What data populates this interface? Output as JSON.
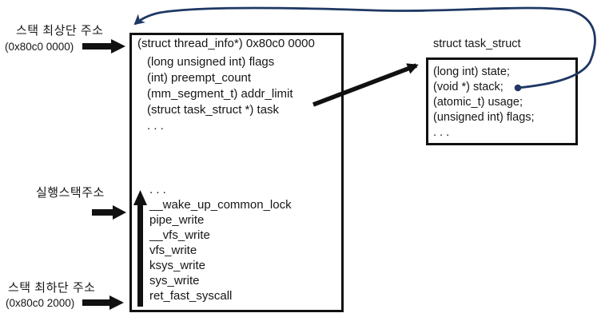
{
  "colors": {
    "navy": "#1f3864",
    "black": "#111111",
    "background": "#ffffff"
  },
  "labels": {
    "stack_top": {
      "title": "스택 최상단 주소",
      "address": "(0x80c0 0000)"
    },
    "exec_stack": {
      "title": "실행스택주소"
    },
    "stack_bottom": {
      "title": "스택 최하단 주소",
      "address": "(0x80c0 2000)"
    }
  },
  "thread_info_box": {
    "header": "(struct thread_info*) 0x80c0 0000",
    "fields": [
      "(long unsigned int) flags",
      "(int) preempt_count",
      "(mm_segment_t) addr_limit",
      "(struct task_struct *) task",
      ". . ."
    ]
  },
  "call_stack": {
    "frames": [
      ". . .",
      "__wake_up_common_lock",
      "pipe_write",
      "__vfs_write",
      "vfs_write",
      "ksys_write",
      "sys_write",
      "ret_fast_syscall"
    ]
  },
  "task_struct_box": {
    "title": "struct task_struct",
    "fields": [
      "(long int) state;",
      "(void *) stack;",
      "(atomic_t) usage;",
      "(unsigned int) flags;",
      ". . ."
    ]
  },
  "icons": {
    "stack_top_arrow": "right-block-arrow",
    "exec_stack_arrow": "right-block-arrow",
    "stack_bottom_arrow": "right-block-arrow",
    "stack_growth_arrow": "up-arrow",
    "task_pointer_arrow": "diagonal-black-arrow",
    "stack_pointer_curve": "navy-curved-arrow-to-stack-top"
  }
}
